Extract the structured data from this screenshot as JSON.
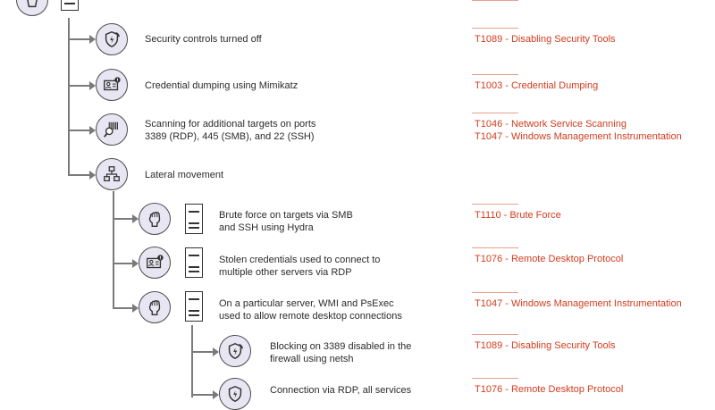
{
  "steps": [
    {
      "text_lines": [
        "Security controls turned off"
      ],
      "techniques": [
        "T1089 - Disabling Security Tools"
      ],
      "icon": "shield-icon"
    },
    {
      "text_lines": [
        "Credential dumping using Mimikatz"
      ],
      "techniques": [
        "T1003 - Credential Dumping"
      ],
      "icon": "id-card-alert-icon"
    },
    {
      "text_lines": [
        "Scanning for additional targets on ports",
        "3389 (RDP), 445 (SMB), and 22 (SSH)"
      ],
      "techniques": [
        "T1046 - Network Service Scanning",
        "T1047 - Windows Management Instrumentation"
      ],
      "icon": "barcode-scan-icon"
    },
    {
      "text_lines": [
        "Lateral movement"
      ],
      "techniques": [],
      "icon": "network-icon"
    },
    {
      "text_lines": [
        "Brute force on targets via SMB",
        "and SSH using Hydra"
      ],
      "techniques": [
        "T1110 - Brute Force"
      ],
      "icon": "fist-icon"
    },
    {
      "text_lines": [
        "Stolen credentials used to connect to",
        "multiple other servers via RDP"
      ],
      "techniques": [
        "T1076 - Remote Desktop Protocol"
      ],
      "icon": "id-card-alert-icon"
    },
    {
      "text_lines": [
        "On a particular server, WMI and PsExec",
        "used to allow remote desktop connections"
      ],
      "techniques": [
        "T1047 - Windows Management Instrumentation"
      ],
      "icon": "fist-icon"
    },
    {
      "text_lines": [
        "Blocking on 3389 disabled in the",
        "firewall using netsh"
      ],
      "techniques": [
        "T1089 - Disabling Security Tools"
      ],
      "icon": "shield-icon"
    },
    {
      "text_lines": [
        "Connection via RDP, all services"
      ],
      "techniques": [
        "T1076 - Remote Desktop Protocol"
      ],
      "icon": "shield-icon"
    }
  ],
  "colors": {
    "technique": "#d13c1d",
    "icon_fill": "#e9e6f3",
    "connector": "#7a7a7a"
  }
}
